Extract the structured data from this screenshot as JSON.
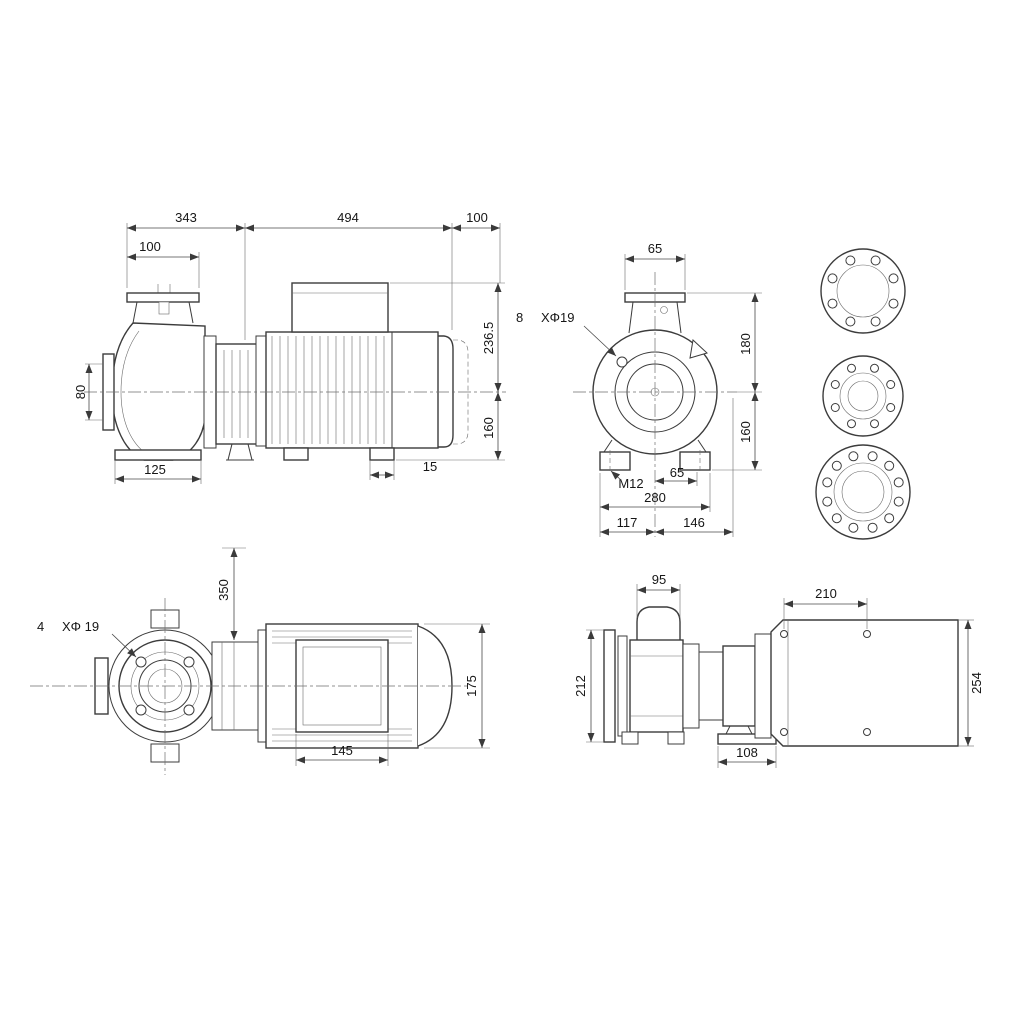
{
  "views": {
    "side": {
      "dim343": "343",
      "dim494": "494",
      "dim100right": "100",
      "dim100flange": "100",
      "dim80": "80",
      "dim2365": "236.5",
      "dim160": "160",
      "dim125": "125",
      "dim15": "15"
    },
    "end": {
      "dim65top": "65",
      "holesCount": "8",
      "holesSpec": "XΦ19",
      "dim180": "180",
      "dim160": "160",
      "thread": "M12",
      "dim65foot": "65",
      "dim280": "280",
      "dim117": "117",
      "dim146": "146"
    },
    "plan": {
      "dim350": "350",
      "holesCount": "4",
      "holesSpec": "XΦ 19",
      "dim175": "175",
      "dim145": "145"
    },
    "base": {
      "dim95": "95",
      "dim210": "210",
      "dim212": "212",
      "dim254": "254",
      "dim108": "108"
    }
  }
}
